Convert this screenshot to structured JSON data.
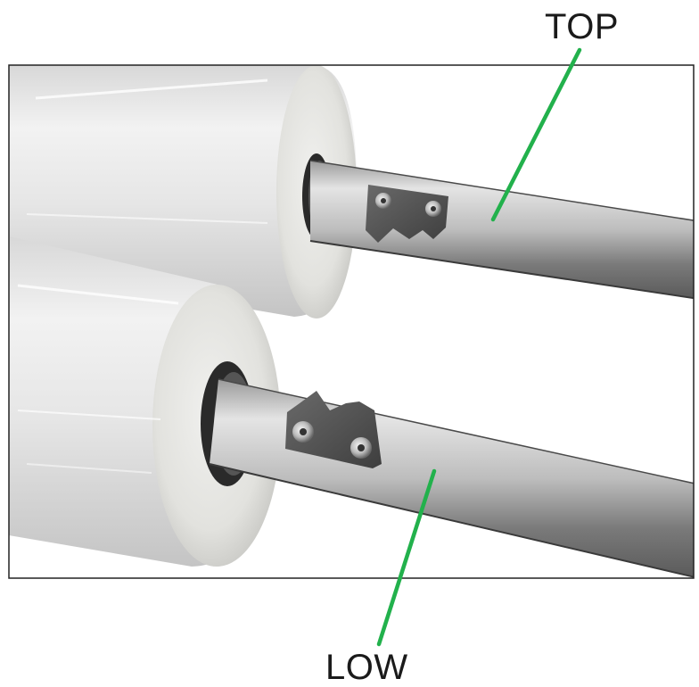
{
  "callouts": {
    "top": {
      "label": "TOP"
    },
    "low": {
      "label": "LOW"
    }
  },
  "colors": {
    "leader_line": "#22b14c",
    "frame": "#222222",
    "background": "#ffffff"
  },
  "photo": {
    "description_icon": "film-rolls-on-square-shafts"
  }
}
